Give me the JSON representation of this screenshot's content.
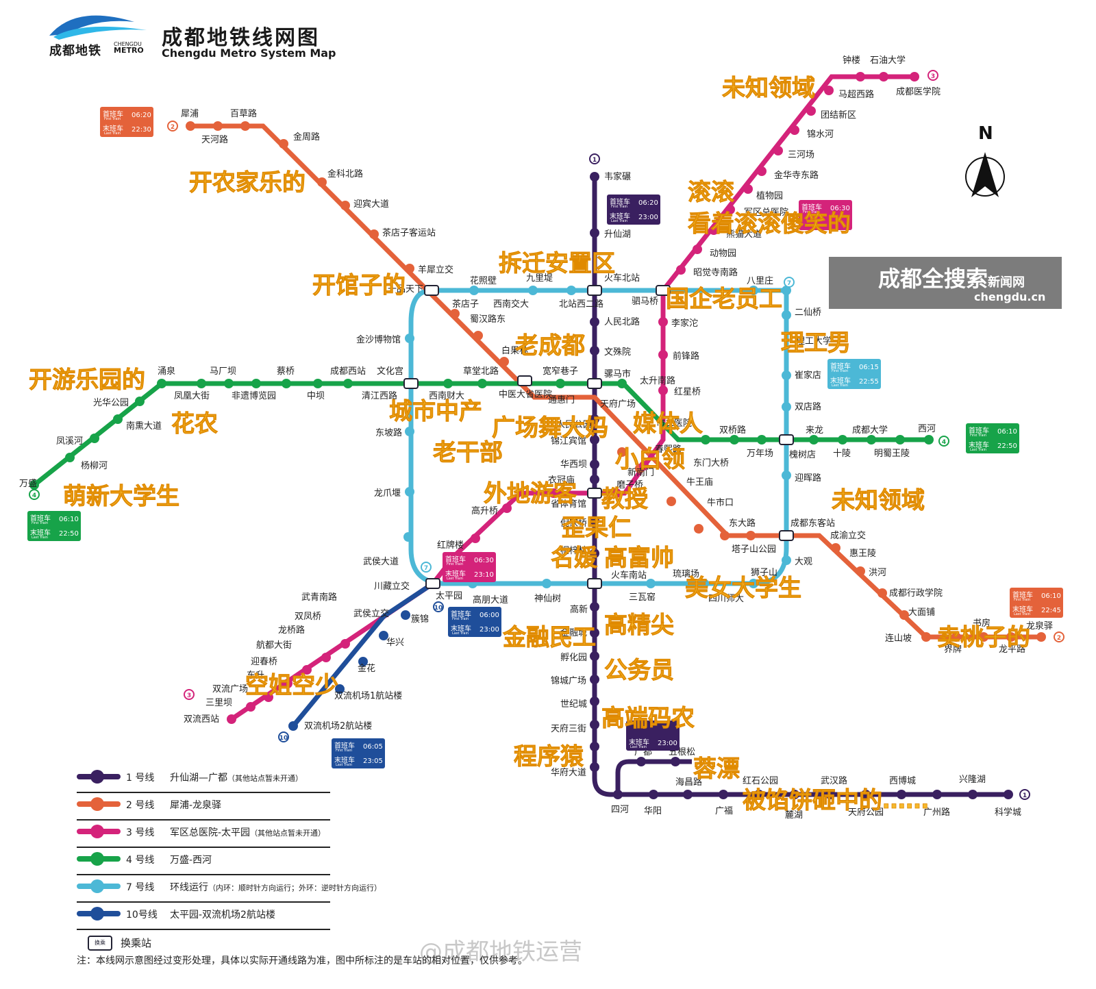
{
  "title": {
    "cn": "成都地铁线网图",
    "en": "Chengdu Metro System Map"
  },
  "logo": {
    "cn": "成都地铁",
    "en_top": "CHENGDU",
    "en_bottom": "METRO"
  },
  "compass": "N",
  "watermark": {
    "cn": "成都全搜索",
    "cn_small": "新闻网",
    "en": "chengdu.cn"
  },
  "weibo": "@成都地铁运营",
  "note": "注：本线网示意图经过变形处理，具体以实际开通线路为准，图中所标注的是车站的相对位置，仅供参考。",
  "colors": {
    "line1": "#3a2060",
    "line2": "#e4623a",
    "line3": "#d4237a",
    "line4": "#17a349",
    "line7": "#4cb8d6",
    "line10": "#1f4e9a"
  },
  "badge_labels": {
    "first": "首班车",
    "first_en": "First Train",
    "last": "末班车",
    "last_en": "Last Train"
  },
  "badges": [
    {
      "color": "line2",
      "first": "06:20",
      "last": "22:30"
    },
    {
      "color": "line1",
      "first": "06:20",
      "last": "23:00"
    },
    {
      "color": "line3",
      "first": "06:30",
      "last": ""
    },
    {
      "color": "line7",
      "first": "06:15",
      "last": "22:55"
    },
    {
      "color": "line4",
      "first": "06:10",
      "last": "22:50"
    },
    {
      "color": "line4",
      "first": "06:10",
      "last": "22:50"
    },
    {
      "color": "line3",
      "first": "06:30",
      "last": "23:10"
    },
    {
      "color": "line10",
      "first": "06:00",
      "last": "23:00"
    },
    {
      "color": "line2",
      "first": "06:10",
      "last": "22:45"
    },
    {
      "color": "line10",
      "first": "06:05",
      "last": "23:05"
    },
    {
      "color": "line1",
      "first": "",
      "last": "23:00"
    }
  ],
  "line_markers": [
    "1",
    "2",
    "3",
    "4",
    "7",
    "10",
    "1",
    "3",
    "2",
    "4",
    "7",
    "10"
  ],
  "stations": [
    "犀浦",
    "百草路",
    "天河路",
    "金周路",
    "金科北路",
    "迎宾大道",
    "茶店子客运站",
    "羊犀立交",
    "一品天下",
    "茶店子",
    "蜀汉路东",
    "白果林",
    "中医大省医院",
    "通惠门",
    "人民公园",
    "天府广场",
    "春熙路",
    "东门大桥",
    "牛王庙",
    "牛市口",
    "东大路",
    "塔子山公园",
    "成都东客站",
    "成渝立交",
    "惠王陵",
    "洪河",
    "成都行政学院",
    "大面铺",
    "连山坡",
    "界牌",
    "书房",
    "龙平路",
    "龙泉驿",
    "韦家碾",
    "升仙湖",
    "火车北站",
    "人民北路",
    "文殊院",
    "骡马市",
    "锦江宾馆",
    "华西坝",
    "省体育馆",
    "倪家桥",
    "桐梓林",
    "火车南站",
    "高新",
    "金融城",
    "孵化园",
    "锦城广场",
    "世纪城",
    "天府三街",
    "华府大道",
    "广都",
    "五根松",
    "海昌路",
    "四河",
    "华阳",
    "广福",
    "红石公园",
    "麓湖",
    "武汉路",
    "天府公园",
    "西博城",
    "广州路",
    "兴隆湖",
    "科学城",
    "钟楼",
    "石油大学",
    "成都医学院",
    "马超西路",
    "团结新区",
    "锦水河",
    "三河场",
    "金华寺东路",
    "植物园",
    "军区总医院",
    "熊猫大道",
    "动物园",
    "昭觉寺南路",
    "驷马桥",
    "李家沱",
    "前锋路",
    "红星桥",
    "市二医院",
    "新南门",
    "磨子桥",
    "衣冠庙",
    "高升桥",
    "红牌楼",
    "太平园",
    "武侯立交",
    "武青南路",
    "双凤桥",
    "龙桥路",
    "航都大街",
    "迎春桥",
    "东升",
    "双流广场",
    "三里坝",
    "双流西站",
    "万盛",
    "杨柳河",
    "凤溪河",
    "南熏大道",
    "光华公园",
    "涌泉",
    "凤凰大街",
    "马厂坝",
    "非遗博览园",
    "蔡桥",
    "中坝",
    "成都西站",
    "清江西路",
    "文化宫",
    "西南财大",
    "草堂北路",
    "宽窄巷子",
    "太升南路",
    "双桥路",
    "万年场",
    "槐树店",
    "来龙",
    "十陵",
    "成都大学",
    "明蜀王陵",
    "西河",
    "花照壁",
    "九里堤",
    "西南交大",
    "北站西二路",
    "八里庄",
    "二仙桥",
    "理工大学",
    "崔家店",
    "双店路",
    "迎晖路",
    "大观",
    "狮子山",
    "琉璃场",
    "四川师大",
    "三瓦窑",
    "神仙树",
    "高朋大道",
    "川藏立交",
    "武侯大道",
    "龙爪堰",
    "东坡路",
    "金沙博物馆",
    "簇锦",
    "华兴",
    "金花",
    "双流机场1航站楼",
    "双流机场2航站楼"
  ],
  "overlays": [
    "未知领域",
    "开农家乐的",
    "滚滚",
    "看着滚滚傻笑的",
    "拆迁安置区",
    "开馆子的",
    "国企老员工",
    "理工男",
    "老成都",
    "开游乐园的",
    "花农",
    "城市中产",
    "广场舞大妈",
    "媒体人",
    "老干部",
    "小白领",
    "萌新大学生",
    "外地游客",
    "教授",
    "歪果仁",
    "未知领域",
    "名媛",
    "高富帅",
    "美女大学生",
    "卖桃子的",
    "金融民工",
    "高精尖",
    "空姐空少",
    "公务员",
    "高端码农",
    "程序猿",
    "蓉漂",
    "被馅饼砸中的……"
  ],
  "legend": [
    {
      "color": "line1",
      "num": "1 号线",
      "desc": "升仙湖—广都",
      "note": "（其他站点暂未开通）"
    },
    {
      "color": "line2",
      "num": "2 号线",
      "desc": "犀浦-龙泉驿",
      "note": ""
    },
    {
      "color": "line3",
      "num": "3 号线",
      "desc": "军区总医院-太平园",
      "note": "（其他站点暂未开通）"
    },
    {
      "color": "line4",
      "num": "4 号线",
      "desc": "万盛-西河",
      "note": ""
    },
    {
      "color": "line7",
      "num": "7 号线",
      "desc": "环线运行",
      "note": "（内环：顺时针方向运行；外环：逆时针方向运行）"
    },
    {
      "color": "line10",
      "num": "10号线",
      "desc": "太平园-双流机场2航站楼",
      "note": ""
    }
  ],
  "legend_transfer": {
    "icon": "换乘",
    "label": "换乘站"
  }
}
